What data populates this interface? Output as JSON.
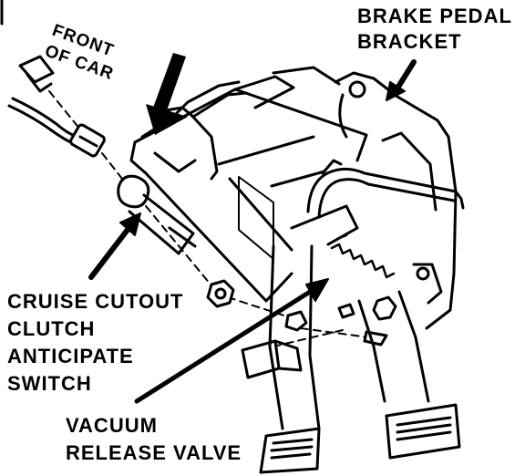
{
  "diagram": {
    "labels": {
      "front_of_car": [
        "FRONT",
        "OF CAR"
      ],
      "brake_pedal_bracket": [
        "BRAKE PEDAL",
        "BRACKET"
      ],
      "cruise_cutout": [
        "CRUISE CUTOUT",
        "CLUTCH",
        "ANTICIPATE",
        "SWITCH"
      ],
      "vacuum_release_valve": [
        "VACUUM",
        "RELEASE VALVE"
      ]
    },
    "colors": {
      "ink": "#000000",
      "paper": "#ffffff"
    }
  }
}
